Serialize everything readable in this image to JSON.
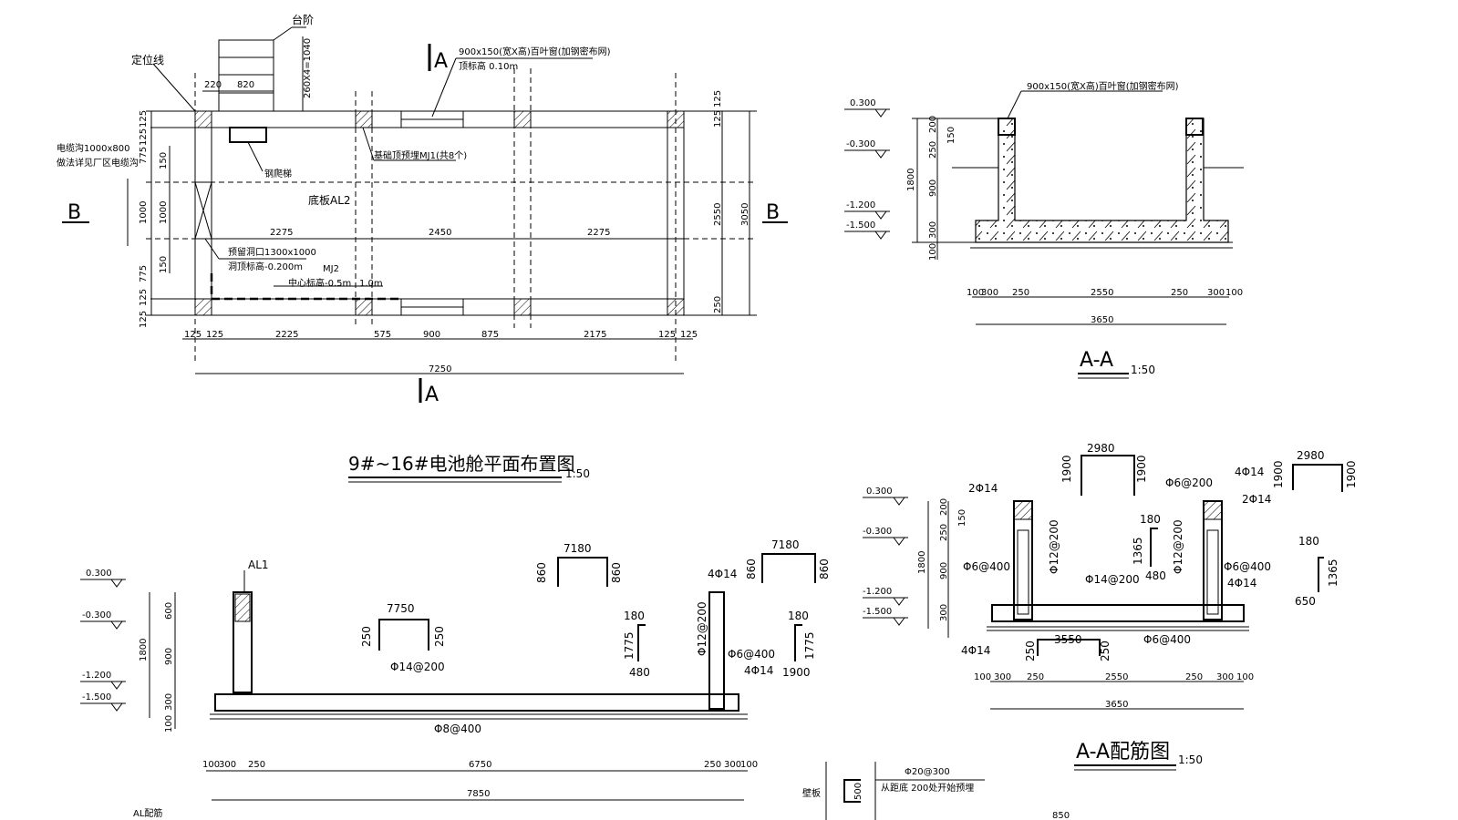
{
  "plan": {
    "title": "9#~16#电池舱平面布置图",
    "scale": "1:50",
    "step_label": "台阶",
    "step_rise": "260X4=1040",
    "positioning_line": "定位线",
    "cable_trench_1": "电缆沟1000x800",
    "cable_trench_2": "做法详见厂区电缆沟",
    "steel_ladder": "钢爬梯",
    "louver_note": "900x150(宽X高)百叶窗(加钢密布网)",
    "louver_top": "顶标高 0.10m",
    "embed_note": "基础顶预埋MJ1(共8个)",
    "slab": "底板AL2",
    "opening_1": "预留洞口1300x1000",
    "opening_2": "洞顶标高-0.200m",
    "mj2": "MJ2",
    "center_elev": "中心标高-0.5m",
    "mj2_len": "1.0m",
    "section_a": "A",
    "section_b": "B",
    "dims_top": [
      "220",
      "820"
    ],
    "dims_inner": [
      "2275",
      "2450",
      "2275"
    ],
    "dims_bottom": [
      "125",
      "125",
      "2225",
      "575",
      "900",
      "875",
      "2175",
      "125",
      "125"
    ],
    "dim_total": "7250",
    "dims_left": [
      "125",
      "125",
      "775",
      "150",
      "1000",
      "1000",
      "150",
      "775",
      "125",
      "125"
    ],
    "dims_right": [
      "125",
      "125",
      "2550",
      "3050",
      "250"
    ]
  },
  "section_aa": {
    "title": "A-A",
    "scale": "1:50",
    "louver_note": "900x150(宽X高)百叶窗(加钢密布网)",
    "elevations": [
      "0.300",
      "-0.300",
      "-1.200",
      "-1.500"
    ],
    "dims_left": [
      "200",
      "150",
      "250",
      "1800",
      "900",
      "300",
      "100"
    ],
    "dims_bottom": [
      "100",
      "300",
      "250",
      "2550",
      "250",
      "300",
      "100"
    ],
    "dim_total": "3650"
  },
  "rebar_aa": {
    "title": "A-A配筋图",
    "scale": "1:50",
    "elevations": [
      "0.300",
      "-0.300",
      "-1.200",
      "-1.500"
    ],
    "dims_left": [
      "200",
      "150",
      "250",
      "1800",
      "900",
      "300"
    ],
    "labels": [
      "2Φ14",
      "Φ6@200",
      "4Φ14",
      "2Φ14",
      "Φ12@200",
      "Φ12@200",
      "Φ6@400",
      "Φ6@400",
      "Φ14@200",
      "4Φ14",
      "4Φ14",
      "Φ6@400"
    ],
    "bar_top": [
      "2980",
      "1900",
      "1900"
    ],
    "bar_top_right": [
      "2980",
      "1900",
      "1900"
    ],
    "hook_left": [
      "180",
      "1365",
      "480"
    ],
    "hook_right": [
      "180",
      "1365",
      "650"
    ],
    "bar_bottom": [
      "3550",
      "250",
      "250"
    ],
    "dims_bottom": [
      "100",
      "300",
      "250",
      "2550",
      "250",
      "300",
      "100"
    ],
    "dim_total": "3650"
  },
  "al1": {
    "title": "AL配筋",
    "tag": "AL1",
    "elevations": [
      "0.300",
      "-0.300",
      "-1.200",
      "-1.500"
    ],
    "dims_left": [
      "600",
      "1800",
      "900",
      "300",
      "100"
    ],
    "bar_top": [
      "7180",
      "860",
      "860"
    ],
    "bar_top_right": [
      "7180",
      "860",
      "860"
    ],
    "bar_u": [
      "7750",
      "250",
      "250"
    ],
    "hook_right": [
      "180",
      "1775",
      "480"
    ],
    "hook_right2": [
      "180",
      "1775",
      "1900"
    ],
    "labels": [
      "4Φ14",
      "Φ12@200",
      "Φ6@400",
      "4Φ14",
      "Φ14@200",
      "Φ8@400"
    ],
    "dims_bottom": [
      "100",
      "300",
      "250",
      "6750",
      "250",
      "300",
      "100"
    ],
    "dim_total": "7850"
  },
  "detail": {
    "wall": "壁板",
    "bar": "Φ20@300",
    "note": "从距底 200处开始预埋",
    "dim": "500",
    "cut": "850"
  }
}
